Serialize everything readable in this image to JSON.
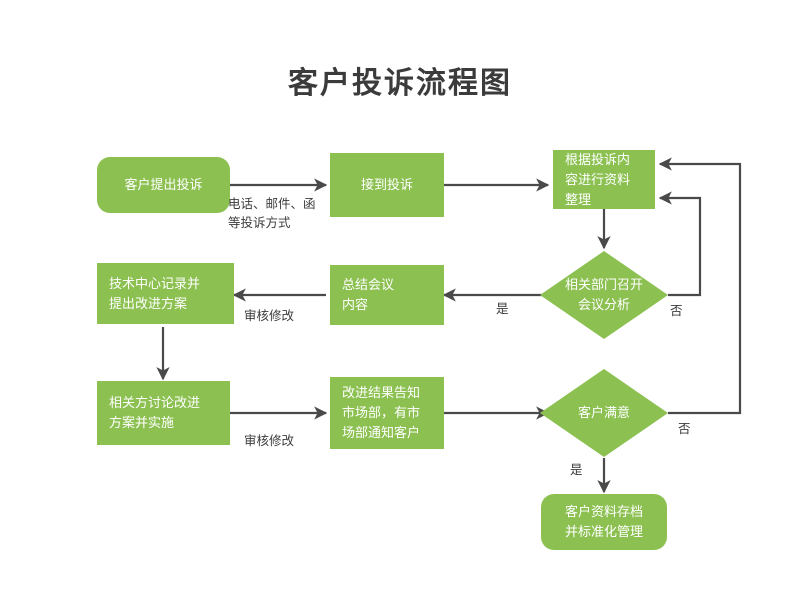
{
  "diagram": {
    "title": "客户投诉流程图",
    "background_color": "#ffffff",
    "node_fill_color": "#8cc152",
    "node_text_color": "#ffffff",
    "edge_color": "#4a4a4a",
    "label_text_color": "#3b3b3b",
    "nodes": [
      {
        "id": "n1",
        "label": "客户提出投诉",
        "shape": "rounded-rect"
      },
      {
        "id": "n2",
        "label": "接到投诉",
        "shape": "rect"
      },
      {
        "id": "n3",
        "label": "根据投诉内\n容进行资料\n整理",
        "shape": "rect"
      },
      {
        "id": "d1",
        "label": "相关部门召开\n会议分析",
        "shape": "diamond"
      },
      {
        "id": "n4",
        "label": "总结会议\n内容",
        "shape": "rect"
      },
      {
        "id": "n5",
        "label": "技术中心记录并\n提出改进方案",
        "shape": "rect"
      },
      {
        "id": "n6",
        "label": "相关方讨论改进\n方案并实施",
        "shape": "rect"
      },
      {
        "id": "n7",
        "label": "改进结果告知\n市场部，有市\n场部通知客户",
        "shape": "rect"
      },
      {
        "id": "d2",
        "label": "客户满意",
        "shape": "diamond"
      },
      {
        "id": "n8",
        "label": "客户资料存档\n并标准化管理",
        "shape": "rounded-rect"
      }
    ],
    "edge_labels": [
      {
        "id": "e1",
        "text": "电话、邮件、函\n等投诉方式"
      },
      {
        "id": "e2",
        "text": "是"
      },
      {
        "id": "e3",
        "text": "否"
      },
      {
        "id": "e4",
        "text": "审核修改"
      },
      {
        "id": "e5",
        "text": "审核修改"
      },
      {
        "id": "e6",
        "text": "否"
      },
      {
        "id": "e7",
        "text": "是"
      }
    ]
  }
}
